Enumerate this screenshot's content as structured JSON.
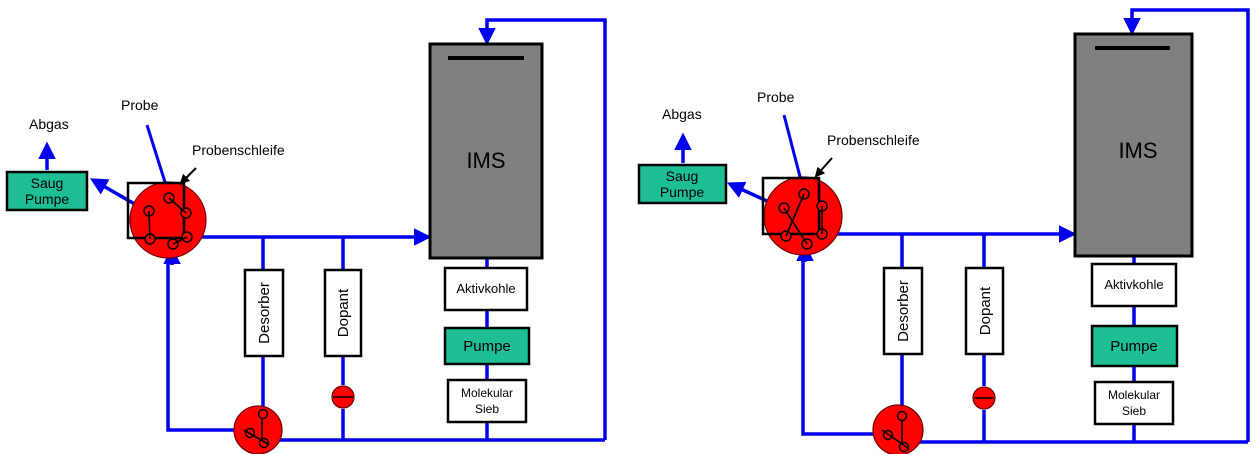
{
  "diagrams": [
    {
      "labels": {
        "abgas": "Abgas",
        "probe": "Probe",
        "probenschleife": "Probenschleife",
        "saug_pumpe_1": "Saug",
        "saug_pumpe_2": "Pumpe",
        "ims": "IMS",
        "aktivkohle": "Aktivkohle",
        "pumpe": "Pumpe",
        "molekular_1": "Molekular",
        "molekular_2": "Sieb",
        "desorber": "Desorber",
        "dopant": "Dopant"
      }
    },
    {
      "labels": {
        "abgas": "Abgas",
        "probe": "Probe",
        "probenschleife": "Probenschleife",
        "saug_pumpe_1": "Saug",
        "saug_pumpe_2": "Pumpe",
        "ims": "IMS",
        "aktivkohle": "Aktivkohle",
        "pumpe": "Pumpe",
        "molekular_1": "Molekular",
        "molekular_2": "Sieb",
        "desorber": "Desorber",
        "dopant": "Dopant"
      }
    }
  ],
  "colors": {
    "flow_line": "#0000ee",
    "valve_red": "#ff0000",
    "pump_green": "#1fbf95",
    "ims_gray": "#808080"
  }
}
